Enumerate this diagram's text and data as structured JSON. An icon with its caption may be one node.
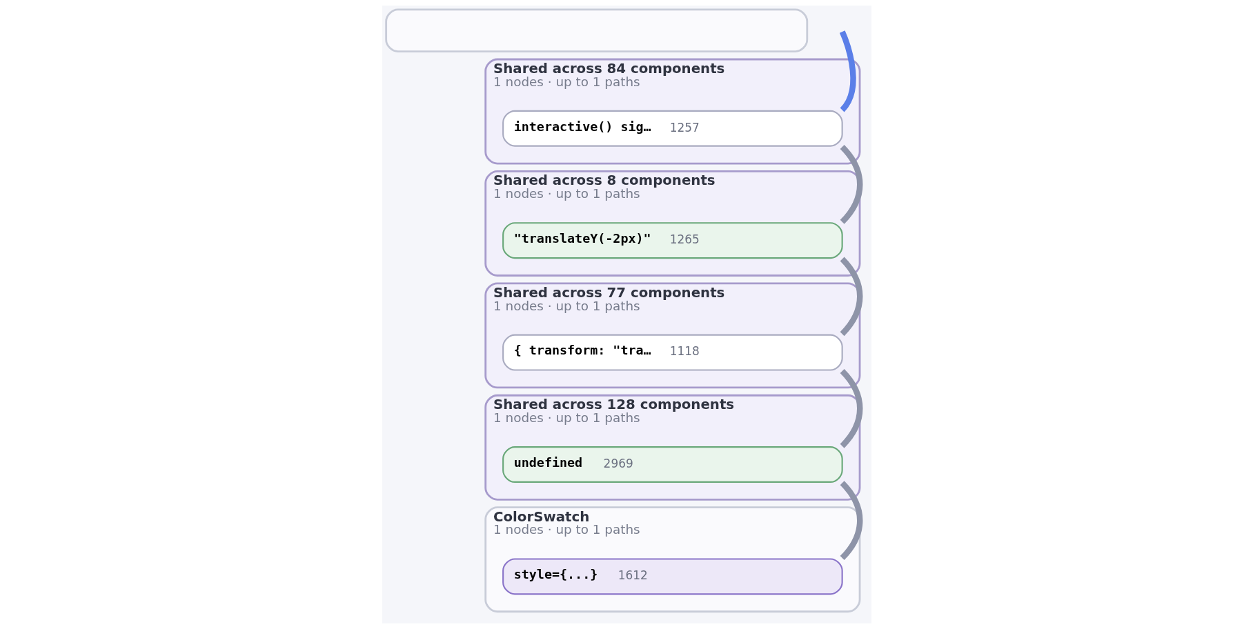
{
  "diagram": {
    "nodes": [
      {
        "text": [],
        "shape": "box"
      },
      {
        "text": [
          "Shared across 84 components",
          "1 nodes · up to 1 paths"
        ]
      },
      {
        "text": [
          "interactive() sig…",
          "1257"
        ],
        "in": 1
      },
      {
        "text": [
          "Shared across 8 components",
          "1 nodes · up to 1 paths"
        ]
      },
      {
        "text": [
          "\"translateY(-2px)\"",
          "1265"
        ],
        "in": 3
      },
      {
        "text": [
          "Shared across 77 components",
          "1 nodes · up to 1 paths"
        ]
      },
      {
        "text": [
          "{ transform: \"tra…",
          "1118"
        ],
        "in": 5
      },
      {
        "text": [
          "Shared across 128 components",
          "1 nodes · up to 1 paths"
        ]
      },
      {
        "text": [
          "undefined",
          "2969"
        ],
        "in": 7
      },
      {
        "text": [
          "ColorSwatch",
          "1 nodes · up to 1 paths"
        ]
      },
      {
        "text": [
          "style={...}",
          "1612"
        ],
        "in": 9
      }
    ],
    "edges": [
      {
        "from": null,
        "to": 2,
        "arrow": "none",
        "color": "#5b7fe8"
      },
      {
        "from": 2,
        "to": 4,
        "arrow": "none"
      },
      {
        "from": 4,
        "to": 6,
        "arrow": "none"
      },
      {
        "from": 6,
        "to": 8,
        "arrow": "none"
      },
      {
        "from": 8,
        "to": 10,
        "arrow": "none"
      }
    ]
  }
}
